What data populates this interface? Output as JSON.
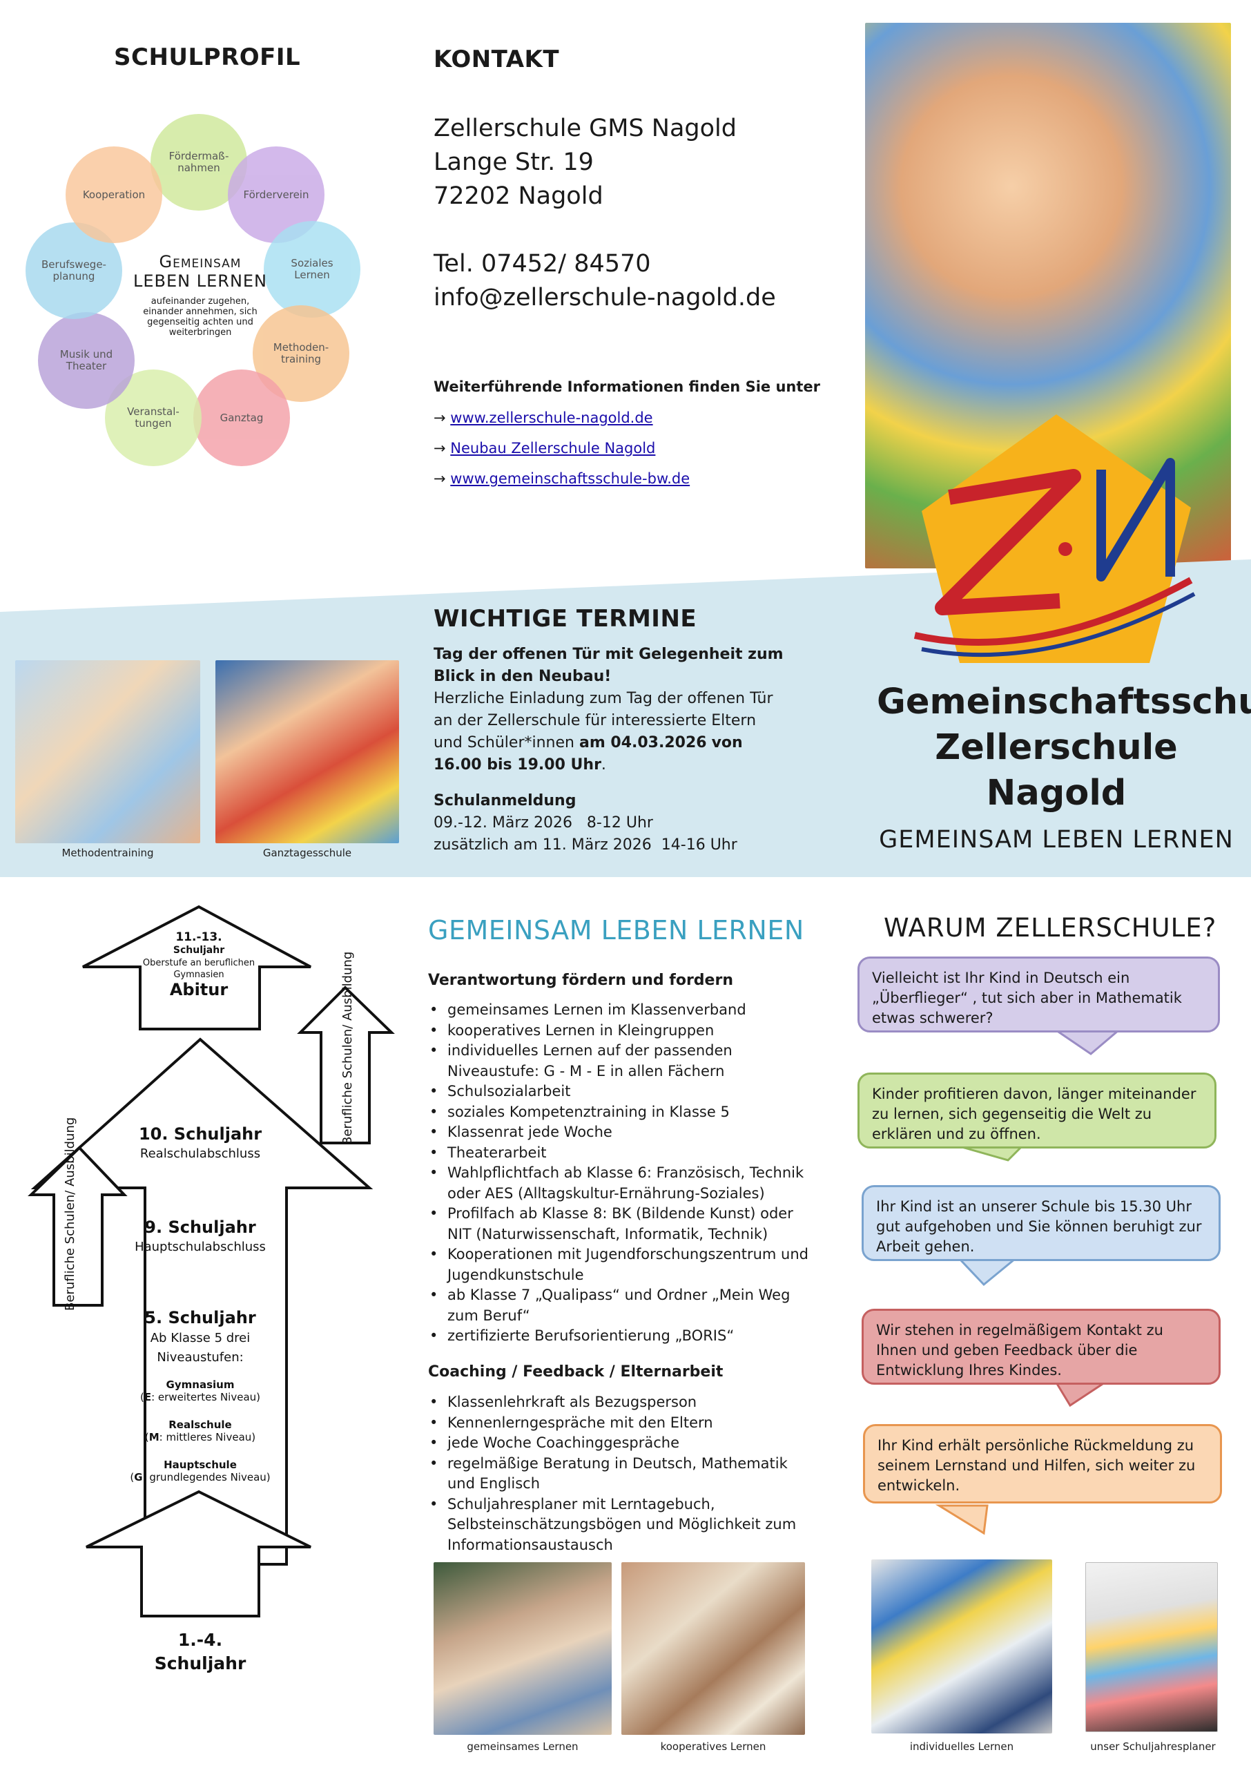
{
  "schulprofil": {
    "title": "SCHULPROFIL",
    "center_title_line1": "Gemeinsam",
    "center_title_line2": "leben lernen",
    "center_sub": "aufeinander zugehen, einander annehmen, sich gegenseitig achten und weiterbringen",
    "items": {
      "foerder": "Fördermaß-\nnahmen",
      "foerderverein": "Förderverein",
      "soziales": "Soziales\nLernen",
      "methoden": "Methoden-\ntraining",
      "ganztag": "Ganztag",
      "veranstaltungen": "Veranstal-\ntungen",
      "musik": "Musik und\nTheater",
      "berufswege": "Berufswege-\nplanung",
      "kooperation": "Kooperation"
    }
  },
  "kontakt": {
    "title": "KONTAKT",
    "name": "Zellerschule GMS Nagold",
    "street": "Lange Str. 19",
    "city": "72202 Nagold",
    "tel": "Tel.  07452/ 84570",
    "email": "info@zellerschule-nagold.de",
    "more_info": "Weiterführende Informationen finden Sie unter",
    "links": [
      "www.zellerschule-nagold.de",
      "Neubau Zellerschule Nagold",
      "www.gemeinschaftsschule-bw.de"
    ]
  },
  "brand": {
    "line1": "Gemeinschaftsschule",
    "line2": "Zellerschule Nagold",
    "slogan": "GEMEINSAM LEBEN LERNEN"
  },
  "termine": {
    "title": "WICHTIGE TERMINE",
    "event_bold": "Tag der offenen Tür mit Gelegenheit zum Blick in den Neubau!",
    "event_text": "Herzliche Einladung zum Tag der offenen Tür an der Zellerschule für interessierte Eltern und Schüler*innen",
    "event_date": "am 04.03.2026",
    "event_time": "von 16.00 bis 19.00 Uhr",
    "anmeldung_title": "Schulanmeldung",
    "anmeldung_line1": "09.-12. März 2026   8-12 Uhr",
    "anmeldung_line2": "zusätzlich am 11. März 2026  14-16 Uhr",
    "photo1_caption": "Methodentraining",
    "photo2_caption": "Ganztagesschule"
  },
  "arrows": {
    "top_years": "11.-13.",
    "top_schuljahr": "Schuljahr",
    "top_sub": "Oberstufe an beruflichen Gymnasien",
    "top_abitur": "Abitur",
    "side_right": "Berufliche Schulen/ Ausbildung",
    "side_left": "Berufliche Schulen/ Ausbildung",
    "j10": "10. Schuljahr",
    "j10_sub": "Realschulabschluss",
    "j9": "9. Schuljahr",
    "j9_sub": "Hauptschulabschluss",
    "j5": "5. Schuljahr",
    "j5_sub": "Ab Klasse 5 drei Niveaustufen:",
    "gym": "Gymnasium",
    "gym_sub_letter": "E",
    "gym_sub": ": erweitertes Niveau)",
    "real": "Realschule",
    "real_sub_letter": "M",
    "real_sub": ": mittleres Niveau)",
    "haupt": "Hauptschule",
    "haupt_sub_letter": "G",
    "haupt_sub": ": grundlegendes Niveau)",
    "bottom": "1.-4.\nSchuljahr"
  },
  "gll": {
    "title": "GEMEINSAM LEBEN LERNEN",
    "section1": "Verantwortung fördern und fordern",
    "bullets1": [
      "gemeinsames Lernen im Klassenverband",
      "kooperatives Lernen in Kleingruppen",
      "individuelles Lernen auf der passenden Niveaustufe:  G - M - E   in allen Fächern",
      "Schulsozialarbeit",
      "soziales Kompetenztraining in Klasse 5",
      "Klassenrat jede Woche",
      "Theaterarbeit",
      "Wahlpflichtfach ab Klasse 6: Französisch, Technik  oder AES (Alltagskultur-Ernährung-Soziales)",
      "Profilfach ab Klasse 8: BK (Bildende Kunst) oder NIT (Naturwissenschaft, Informatik, Technik)",
      "Kooperationen mit Jugendforschungszentrum und Jugendkunstschule",
      "ab Klasse 7 „Qualipass“ und Ordner „Mein Weg zum Beruf“",
      "zertifizierte Berufsorientierung „BORIS“"
    ],
    "section2": "Coaching / Feedback / Elternarbeit",
    "bullets2": [
      "Klassenlehrkraft als Bezugsperson",
      "Kennenlerngespräche mit den Eltern",
      "jede Woche Coachinggespräche",
      "regelmäßige Beratung in Deutsch, Mathematik und Englisch",
      "Schuljahresplaner mit Lerntagebuch, Selbsteinschätzungsbögen und Möglichkeit zum Informationsaustausch"
    ],
    "photo1_caption": "gemeinsames Lernen",
    "photo2_caption": "kooperatives Lernen"
  },
  "warum": {
    "title": "WARUM ZELLERSCHULE?",
    "b1": "Vielleicht ist Ihr Kind in Deutsch ein „Überflieger“ , tut sich aber in Mathematik etwas schwerer?",
    "b2": "Kinder profitieren davon, länger miteinander zu lernen, sich gegenseitig die Welt zu erklären und zu öffnen.",
    "b3": "Ihr Kind ist an unserer Schule bis 15.30 Uhr gut aufgehoben und Sie können beruhigt zur Arbeit gehen.",
    "b4": "Wir stehen in regelmäßigem Kontakt zu Ihnen und geben Feedback über die Entwicklung Ihres Kindes.",
    "b5": "Ihr Kind erhält persönliche Rückmeldung zu seinem Lernstand und Hilfen, sich weiter zu entwickeln.",
    "photo1_caption": "individuelles Lernen",
    "photo2_caption": "unser Schuljahresplaner"
  }
}
